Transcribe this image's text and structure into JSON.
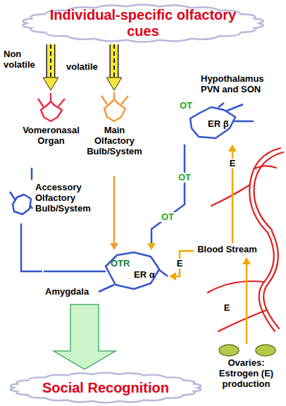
{
  "diagram": {
    "nodes": [
      {
        "text": [
          "Individual-specific olfactory cues"
        ]
      },
      {
        "text": [
          "Vomeronasal Organ"
        ]
      },
      {
        "text": [
          "Main Olfactory Bulb/System"
        ]
      },
      {
        "text": [
          "Hypothalamus PVN and SON",
          "OT",
          "ER β"
        ]
      },
      {
        "text": [
          "Accessory Olfactory Bulb/System"
        ]
      },
      {
        "text": [
          "Blood Stream"
        ]
      },
      {
        "text": [
          "Amygdala",
          "OTR",
          "ER α"
        ]
      },
      {
        "text": [
          "Ovaries: Estrogen (E) production"
        ]
      },
      {
        "text": [
          "Social Recognition"
        ]
      }
    ],
    "edges": [
      {
        "from": 0,
        "to": 1,
        "label": "Non volatile",
        "arrow": "to"
      },
      {
        "from": 0,
        "to": 2,
        "label": "volatile",
        "arrow": "to"
      },
      {
        "from": 1,
        "to": 4,
        "arrow": "none"
      },
      {
        "from": 4,
        "to": 6,
        "arrow": "none"
      },
      {
        "from": 2,
        "to": 6,
        "arrow": "to"
      },
      {
        "from": 3,
        "to": 6,
        "label": "OT",
        "arrow": "to"
      },
      {
        "from": 7,
        "to": 5,
        "arrow": "to"
      },
      {
        "from": 5,
        "to": 6,
        "label": "E",
        "arrow": "to"
      },
      {
        "from": 5,
        "to": 3,
        "label": "E",
        "arrow": "to"
      },
      {
        "from": 6,
        "to": 8,
        "arrow": "to"
      }
    ],
    "labels": [
      "OT",
      "E"
    ]
  }
}
